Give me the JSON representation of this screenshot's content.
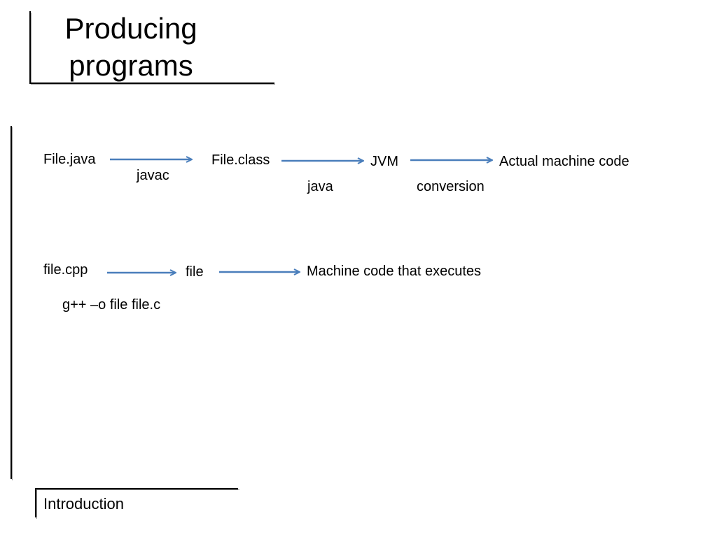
{
  "slide": {
    "title_line1": "Producing",
    "title_line2": "programs",
    "footer": "Introduction"
  },
  "diagram": {
    "java_flow": {
      "source": "File.java",
      "step1_tool": "javac",
      "bytecode": "File.class",
      "step2_tool": "java",
      "runtime": "JVM",
      "step3_label": "conversion",
      "result": "Actual machine code"
    },
    "cpp_flow": {
      "source": "file.cpp",
      "compile_command": "g++ –o file file.c",
      "binary": "file",
      "result": "Machine code that executes"
    },
    "arrow_color": "#4a7ebb"
  }
}
